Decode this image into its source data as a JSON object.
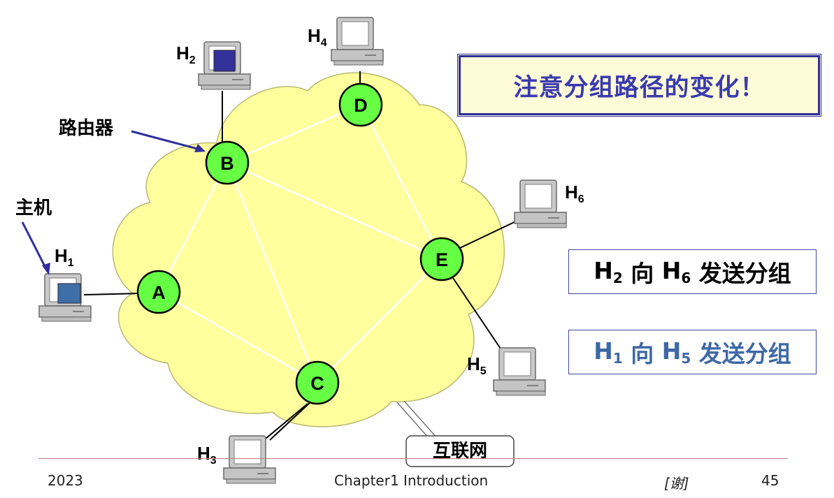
{
  "diagram": {
    "router_label": "路由器",
    "host_label": "主机",
    "internet_label": "互联网",
    "nodes": [
      "A",
      "B",
      "C",
      "D",
      "E"
    ],
    "hosts": [
      {
        "main": "H",
        "sub": "1"
      },
      {
        "main": "H",
        "sub": "2"
      },
      {
        "main": "H",
        "sub": "3"
      },
      {
        "main": "H",
        "sub": "4"
      },
      {
        "main": "H",
        "sub": "5"
      },
      {
        "main": "H",
        "sub": "6"
      }
    ]
  },
  "notes": {
    "title": "注意分组路径的变化！",
    "route_1": {
      "from_main": "H",
      "from_sub": "2",
      "mid": " 向 ",
      "to_main": "H",
      "to_sub": "6",
      "tail": " 发送分组"
    },
    "route_2": {
      "from_main": "H",
      "from_sub": "1",
      "mid": " 向 ",
      "to_main": "H",
      "to_sub": "5",
      "tail": " 发送分组"
    }
  },
  "footer": {
    "year": "2023",
    "chapter": "Chapter1 Introduction",
    "author": "[谢]",
    "page": "45"
  },
  "colors": {
    "cloud": "#ffff9e",
    "node": "#66ff44",
    "accent": "#2e2e9e",
    "route_2_text": "#3e68a6"
  }
}
